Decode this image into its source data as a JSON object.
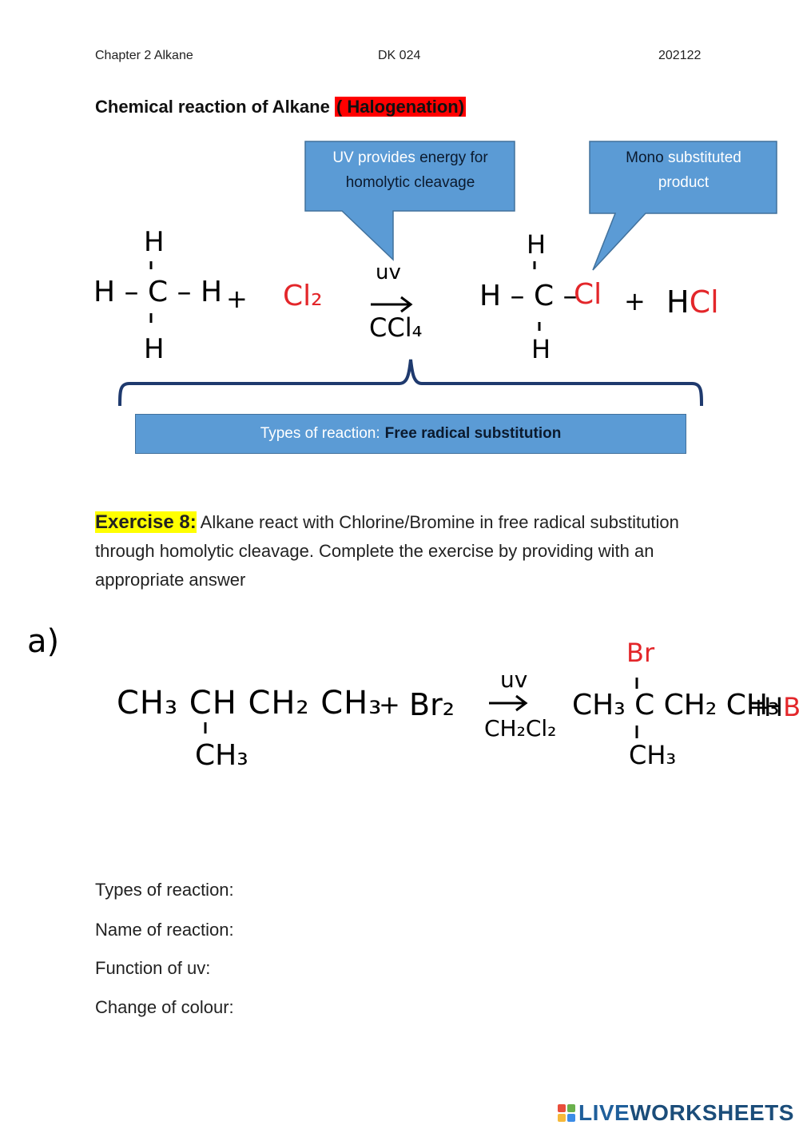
{
  "header": {
    "chapter": "Chapter 2 Alkane",
    "code": "DK 024",
    "session": "202122"
  },
  "title": {
    "text": "Chemical reaction of Alkane ",
    "highlight": "( Halogenation)"
  },
  "callouts": {
    "uv": {
      "line1_a": "UV provides ",
      "line1_b": "energy for",
      "line2": "homolytic cleavage"
    },
    "mono": {
      "line1_a": "Mono ",
      "line1_b": "substituted",
      "line2": "product"
    }
  },
  "reaction1": {
    "reactant": {
      "h_top": "H",
      "left": "H – C – H",
      "h_bottom": "H"
    },
    "plus1": "+",
    "cl2": "Cl₂",
    "condition_top": "uv",
    "condition_bottom": "CCl₄",
    "product": {
      "h_top": "H",
      "left": "H – C – ",
      "cl": "Cl",
      "h_bottom": "H"
    },
    "plus2": "+",
    "hcl_h": "H",
    "hcl_cl": "Cl"
  },
  "types_box": {
    "label": "Types of reaction: ",
    "value": "Free radical substitution"
  },
  "exercise": {
    "label": "Exercise 8:",
    "text": " Alkane react with Chlorine/Bromine in free radical substitution through homolytic cleavage. Complete the exercise by providing with an appropriate answer"
  },
  "part_a": {
    "label": "a)",
    "reactant_main": "CH₃ CH CH₂ CH₃",
    "reactant_branch": "CH₃",
    "plus1": "+",
    "br2": "Br₂",
    "condition_top": "uv",
    "condition_bottom": "CH₂Cl₂",
    "product_br": "Br",
    "product_main": "CH₃ C CH₂ CH₃",
    "product_branch": "CH₃",
    "plus2": "+",
    "hbr_h": "H",
    "hbr_br": "Br"
  },
  "questions": [
    "Types of reaction:",
    "Name of reaction:",
    "Function of uv:",
    "Change of colour:"
  ],
  "logo": {
    "text_a": "LIVE",
    "text_b": "WORKSHEETS",
    "colors": [
      "#e94e3c",
      "#6ab04c",
      "#f6b93b",
      "#3c8ce7"
    ]
  }
}
